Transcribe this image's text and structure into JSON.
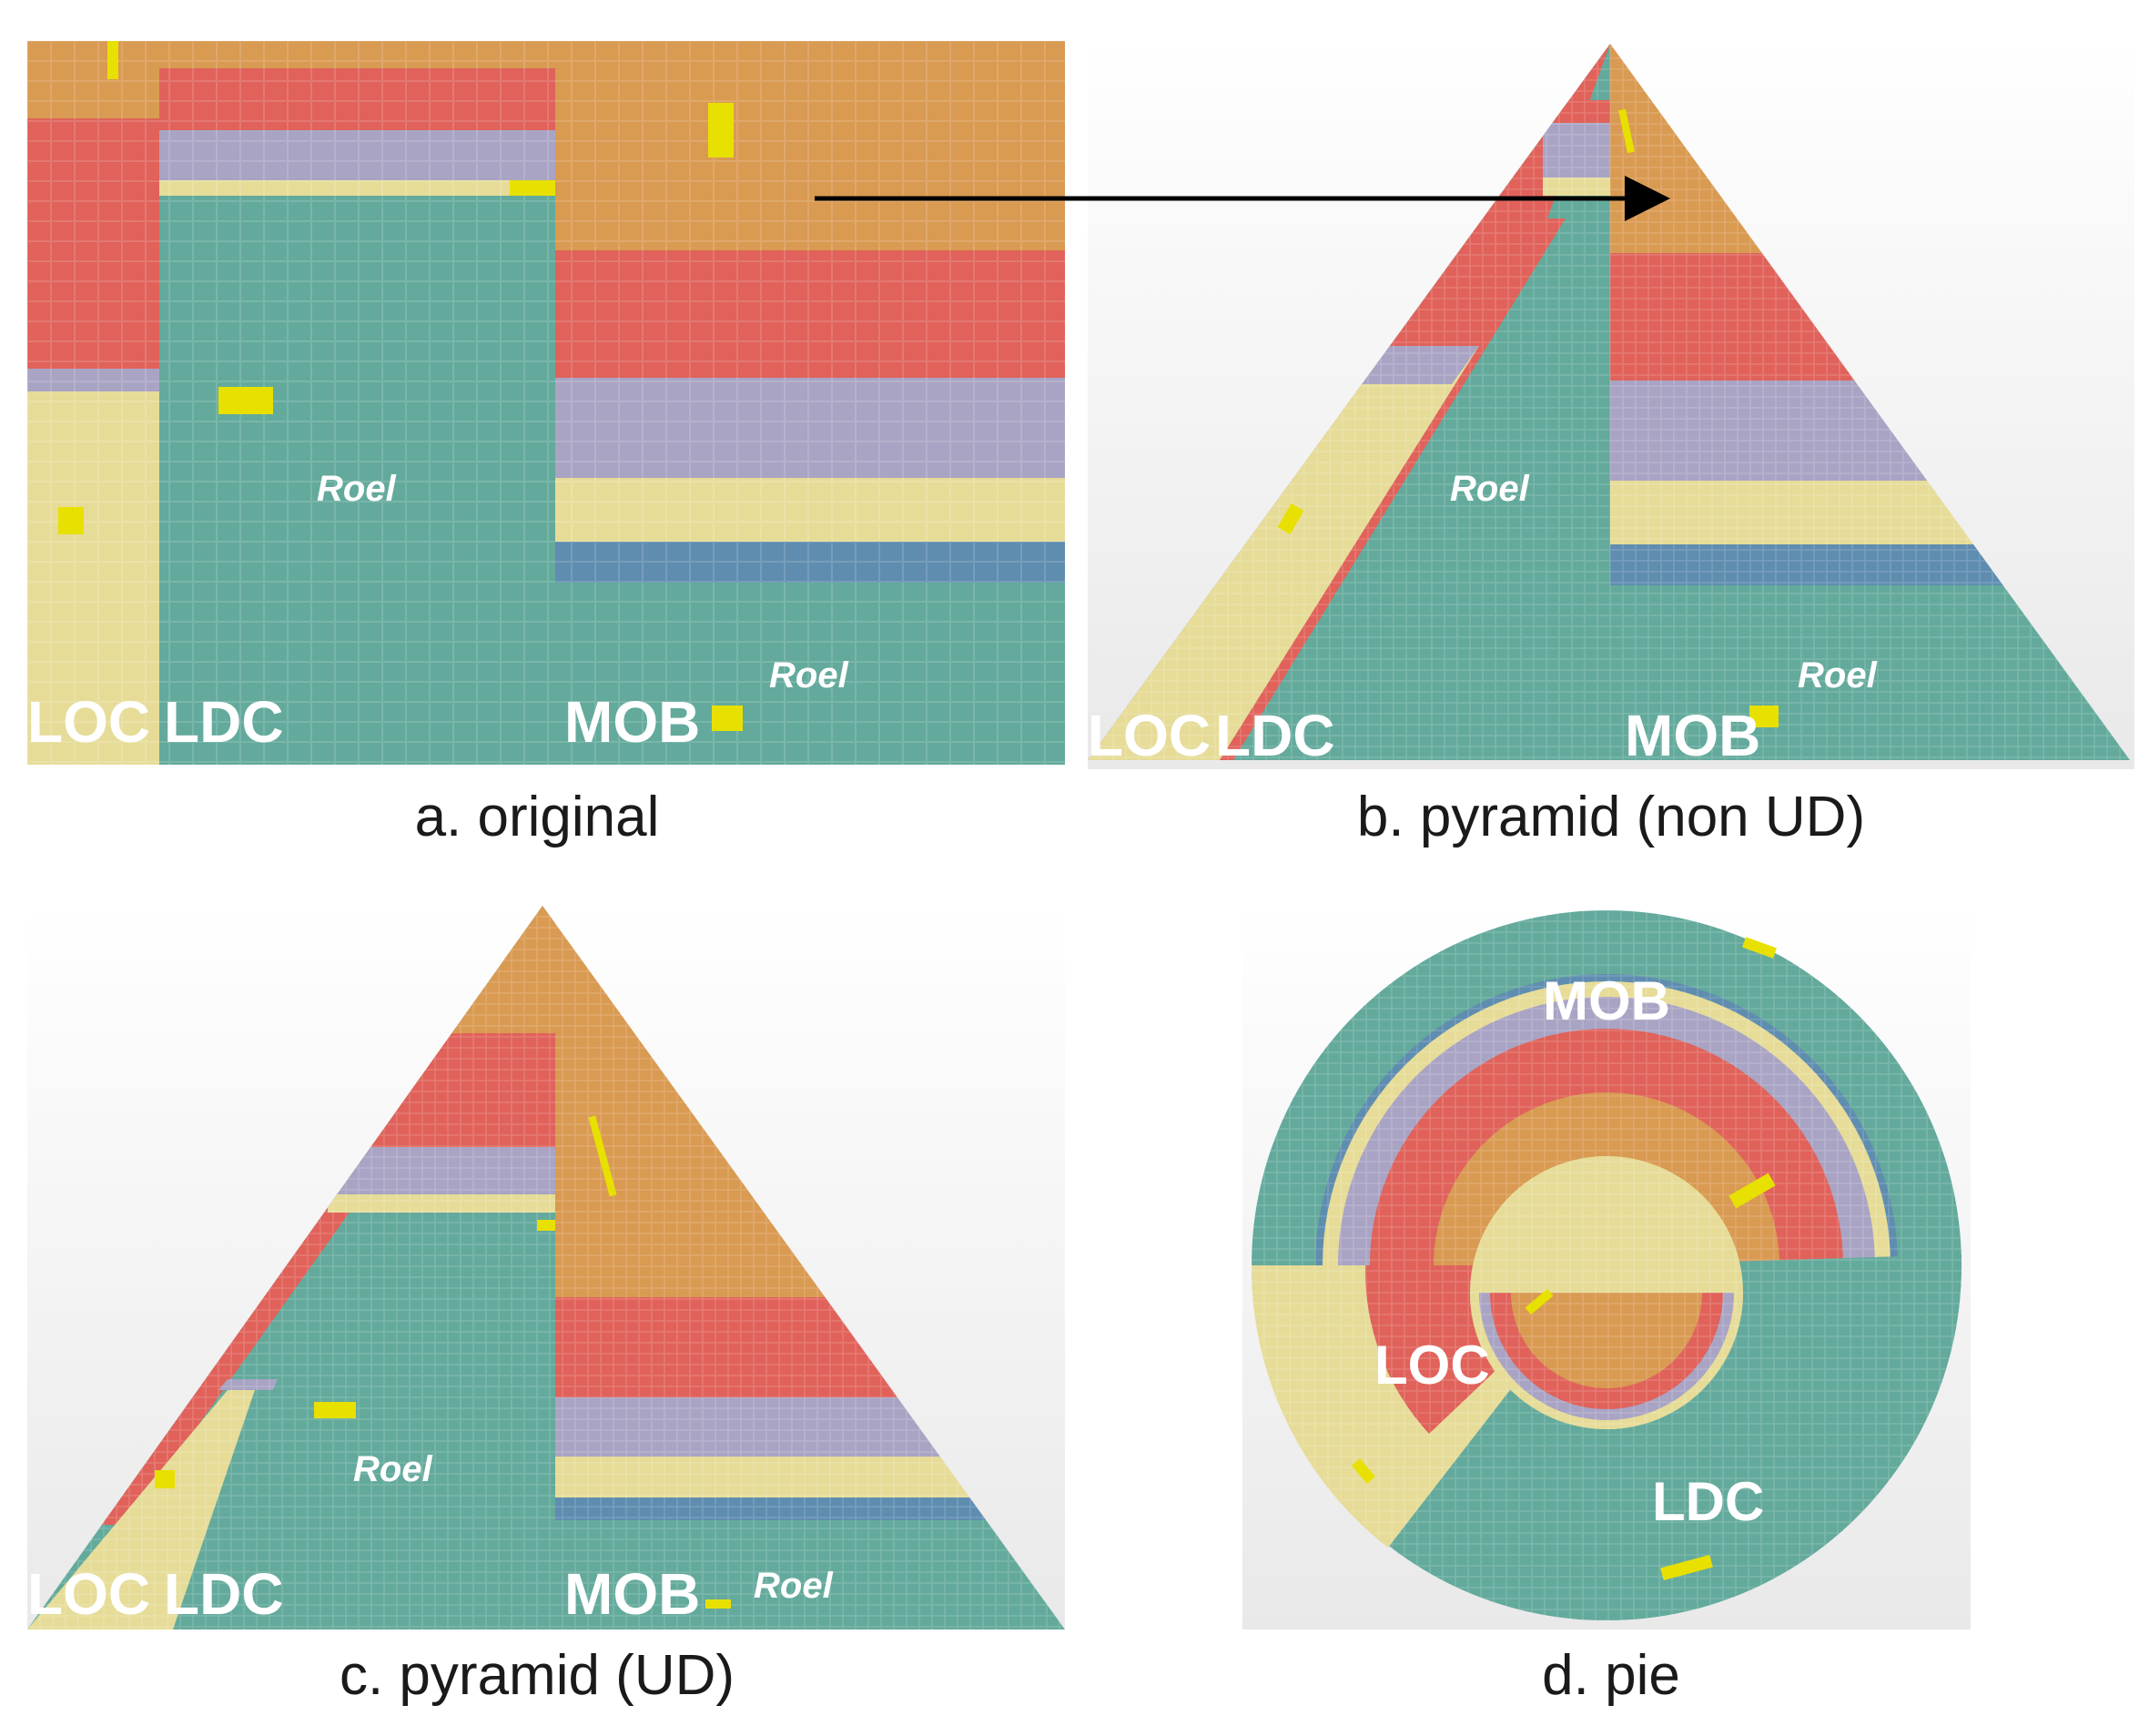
{
  "colors": {
    "orange": "#d99a52",
    "red": "#e0625a",
    "purple": "#a9a4c4",
    "yellow": "#e6dc98",
    "blue": "#5f8db0",
    "teal": "#63aa9c",
    "highlight": "#e8e000"
  },
  "panels": [
    {
      "caption": "a. original",
      "labels": {
        "loc": "LOC",
        "ldc": "LDC",
        "mob": "MOB",
        "user1": "Roel",
        "user2": "Roel"
      }
    },
    {
      "caption": "b. pyramid (non UD)",
      "labels": {
        "loc": "LOC",
        "ldc": "LDC",
        "mob": "MOB",
        "user1": "Roel",
        "user2": "Roel"
      }
    },
    {
      "caption": "c. pyramid (UD)",
      "labels": {
        "loc": "LOC",
        "ldc": "LDC",
        "mob": "MOB",
        "user1": "Roel",
        "user2": "Roel"
      }
    },
    {
      "caption": "d. pie",
      "labels": {
        "mob": "MOB",
        "loc": "LOC",
        "ldc": "LDC"
      }
    }
  ]
}
